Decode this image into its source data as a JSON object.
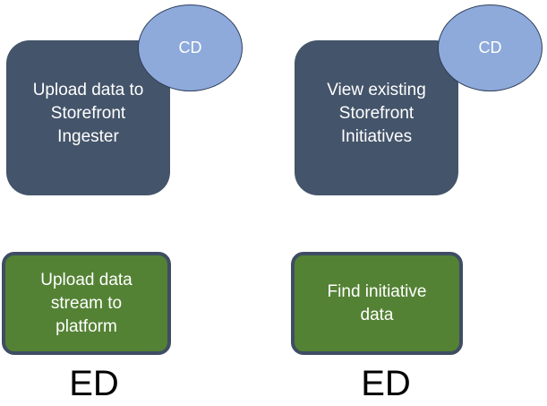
{
  "cards": [
    {
      "label": "Upload data to\nStorefront\nIngester",
      "badge": "CD"
    },
    {
      "label": "View existing\nStorefront\nInitiatives",
      "badge": "CD"
    },
    {
      "label": "Upload data\nstream to\nplatform"
    },
    {
      "label": "Find initiative\ndata"
    }
  ],
  "footer_labels": [
    "ED",
    "ED"
  ],
  "colors": {
    "dark_card": "#44546a",
    "badge": "#8eaadb",
    "green_card": "#548235",
    "green_border": "#3f4d63"
  }
}
